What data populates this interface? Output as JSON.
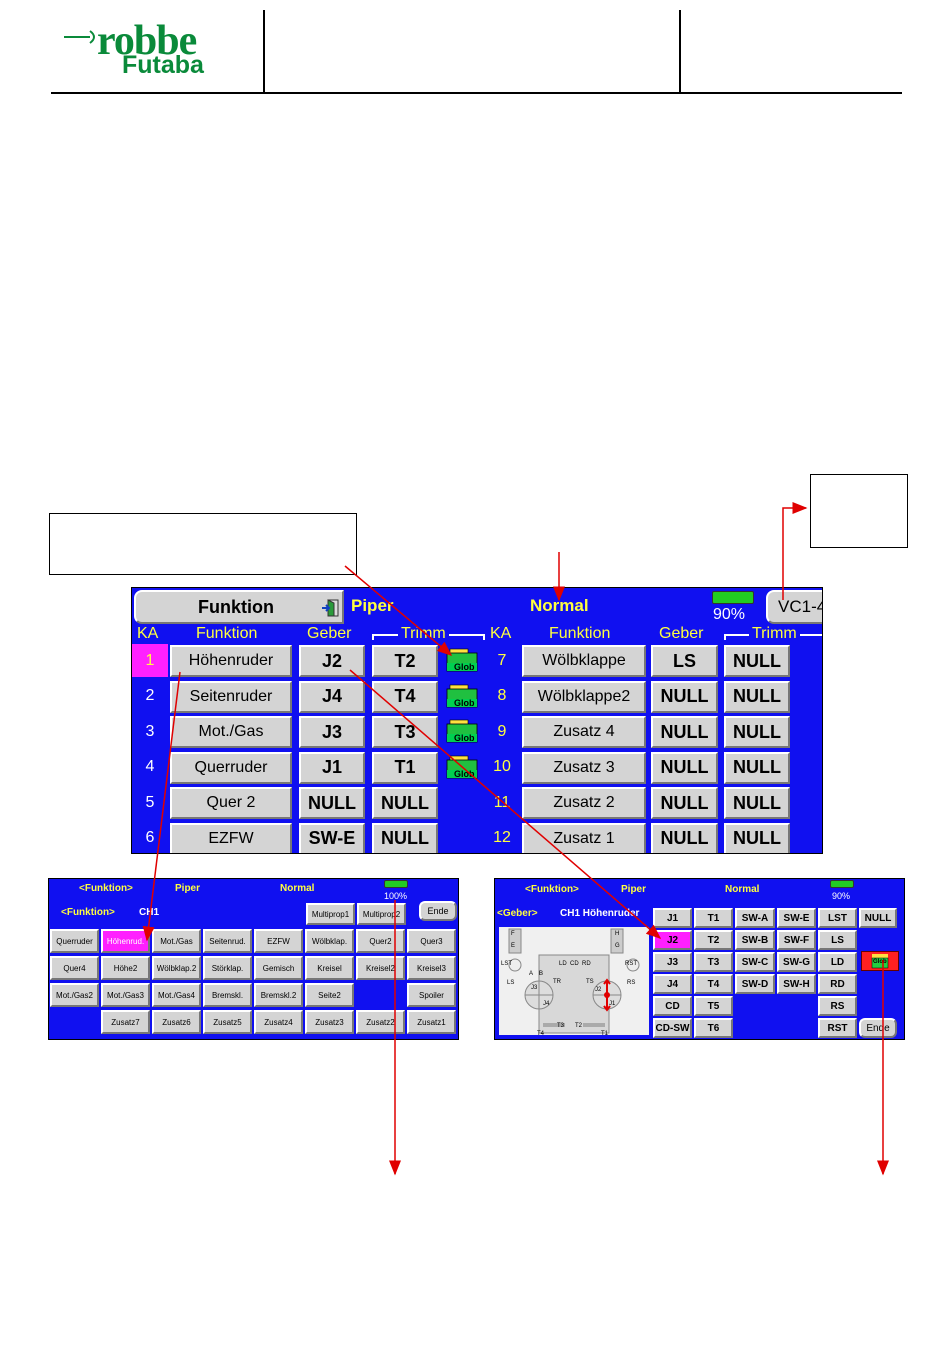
{
  "header": {
    "brand_top": "robbe",
    "brand_bottom": "Futaba"
  },
  "main_screen": {
    "title_button": "Funktion",
    "model_name": "Piper",
    "condition": "Normal",
    "battery": "90%",
    "vc_button": "VC1-4",
    "columns_left": {
      "ka": "KA",
      "funktion": "Funktion",
      "geber": "Geber",
      "trimm": "Trimm"
    },
    "columns_right": {
      "ka": "KA",
      "funktion": "Funktion",
      "geber": "Geber",
      "trimm": "Trimm"
    },
    "glob_label": "Glob",
    "rows_left": [
      {
        "ka": "1",
        "funktion": "Höhenruder",
        "geber": "J2",
        "trimm": "T2",
        "glob": true,
        "selected": true
      },
      {
        "ka": "2",
        "funktion": "Seitenruder",
        "geber": "J4",
        "trimm": "T4",
        "glob": true
      },
      {
        "ka": "3",
        "funktion": "Mot./Gas",
        "geber": "J3",
        "trimm": "T3",
        "glob": true
      },
      {
        "ka": "4",
        "funktion": "Querruder",
        "geber": "J1",
        "trimm": "T1",
        "glob": true
      },
      {
        "ka": "5",
        "funktion": "Quer  2",
        "geber": "NULL",
        "trimm": "NULL",
        "glob": false
      },
      {
        "ka": "6",
        "funktion": "EZFW",
        "geber": "SW-E",
        "trimm": "NULL",
        "glob": false
      }
    ],
    "rows_right": [
      {
        "ka": "7",
        "funktion": "Wölbklappe",
        "geber": "LS",
        "trimm": "NULL"
      },
      {
        "ka": "8",
        "funktion": "Wölbklappe2",
        "geber": "NULL",
        "trimm": "NULL"
      },
      {
        "ka": "9",
        "funktion": "Zusatz  4",
        "geber": "NULL",
        "trimm": "NULL"
      },
      {
        "ka": "10",
        "funktion": "Zusatz  3",
        "geber": "NULL",
        "trimm": "NULL"
      },
      {
        "ka": "11",
        "funktion": "Zusatz  2",
        "geber": "NULL",
        "trimm": "NULL"
      },
      {
        "ka": "12",
        "funktion": "Zusatz  1",
        "geber": "NULL",
        "trimm": "NULL"
      }
    ]
  },
  "func_screen": {
    "title": "<Funktion>",
    "model": "Piper",
    "condition": "Normal",
    "battery": "100%",
    "sub_label": "<Funktion>",
    "channel": "CH1",
    "top_buttons": [
      "Multiprop1",
      "Multiprop2",
      "Ende"
    ],
    "rows": [
      [
        "Querruder",
        "Höhenrud.",
        "Mot./Gas",
        "Seitenrud.",
        "EZFW",
        "Wölbklap.",
        "Quer2",
        "Quer3"
      ],
      [
        "Quer4",
        "Höhe2",
        "Wölbklap.2",
        "Störklap.",
        "Gemisch",
        "Kreisel",
        "Kreisel2",
        "Kreisel3"
      ],
      [
        "Mot./Gas2",
        "Mot./Gas3",
        "Mot./Gas4",
        "Bremskl.",
        "Bremskl.2",
        "Seite2",
        "",
        "Spoiler"
      ],
      [
        "",
        "Zusatz7",
        "Zusatz6",
        "Zusatz5",
        "Zusatz4",
        "Zusatz3",
        "Zusatz2",
        "Zusatz1"
      ]
    ]
  },
  "geber_screen": {
    "title": "<Funktion>",
    "model": "Piper",
    "condition": "Normal",
    "battery": "90%",
    "sub_label": "<Geber>",
    "channel": "CH1 Höhenruder",
    "grid": [
      [
        "J1",
        "T1",
        "SW-A",
        "SW-E",
        "LST",
        "NULL"
      ],
      [
        "J2",
        "T2",
        "SW-B",
        "SW-F",
        "LS",
        ""
      ],
      [
        "J3",
        "T3",
        "SW-C",
        "SW-G",
        "LD",
        ""
      ],
      [
        "J4",
        "T4",
        "SW-D",
        "SW-H",
        "RD",
        ""
      ],
      [
        "CD",
        "T5",
        "",
        "",
        "RS",
        ""
      ],
      [
        "CD-SW",
        "T6",
        "",
        "",
        "RST",
        "Ende"
      ]
    ],
    "glob_label": "Glob",
    "diagram_labels": [
      "LST",
      "LS",
      "RST",
      "RS",
      "LD",
      "CD",
      "RD",
      "A",
      "B",
      "TR",
      "TS",
      "J3",
      "J4",
      "J2",
      "J1",
      "T4",
      "T3",
      "T2",
      "T1",
      "F",
      "E",
      "H",
      "G"
    ]
  },
  "colors": {
    "screen_bg": "#1010f0",
    "title_text": "#ffff40",
    "select": "#ff20ff",
    "arrow": "#e00000",
    "brand": "#0a8a3a"
  }
}
